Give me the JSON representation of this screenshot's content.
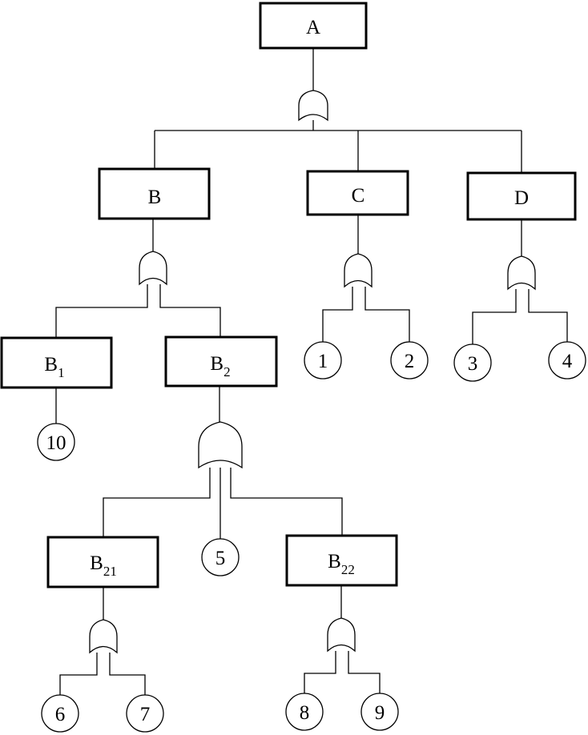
{
  "events": [
    {
      "id": "A",
      "label": "A",
      "sub": ""
    },
    {
      "id": "B",
      "label": "B",
      "sub": ""
    },
    {
      "id": "C",
      "label": "C",
      "sub": ""
    },
    {
      "id": "D",
      "label": "D",
      "sub": ""
    },
    {
      "id": "B1",
      "label": "B",
      "sub": "1"
    },
    {
      "id": "B2",
      "label": "B",
      "sub": "2"
    },
    {
      "id": "B21",
      "label": "B",
      "sub": "21"
    },
    {
      "id": "B22",
      "label": "B",
      "sub": "22"
    }
  ],
  "basic_events": [
    "1",
    "2",
    "3",
    "4",
    "5",
    "6",
    "7",
    "8",
    "9",
    "10"
  ],
  "gates": [
    {
      "output": "A",
      "inputs": [
        "B",
        "C",
        "D"
      ]
    },
    {
      "output": "B",
      "inputs": [
        "B1",
        "B2"
      ]
    },
    {
      "output": "C",
      "inputs": [
        "1",
        "2"
      ]
    },
    {
      "output": "D",
      "inputs": [
        "3",
        "4"
      ]
    },
    {
      "output": "B1",
      "inputs": [
        "10"
      ]
    },
    {
      "output": "B2",
      "inputs": [
        "B21",
        "5",
        "B22"
      ]
    },
    {
      "output": "B21",
      "inputs": [
        "6",
        "7"
      ]
    },
    {
      "output": "B22",
      "inputs": [
        "8",
        "9"
      ]
    }
  ]
}
